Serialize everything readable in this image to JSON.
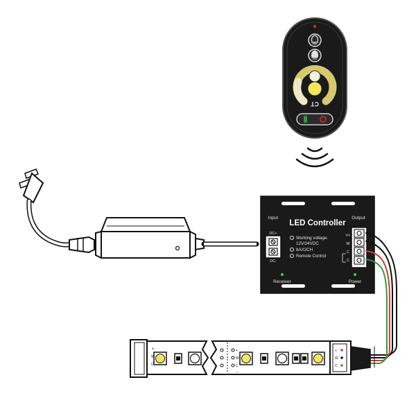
{
  "controller": {
    "title": "LED Controller",
    "input_label": "Input",
    "output_label": "Output",
    "dc_plus": "DC+",
    "dc_minus": "DC-",
    "spec_voltage": "Working voltage:",
    "spec_voltage_value": "12V/24VDC",
    "spec_current": "8AX2CH",
    "spec_remote": "Remote Control",
    "receiver_label": "Receiver",
    "power_label": "Power",
    "out_vplus": "V+",
    "out_w": "W",
    "out_c1": "C",
    "out_c2": "C"
  },
  "remote": {
    "label_ct": "CT"
  },
  "strip": {
    "left_plus": "+",
    "left_w": "W",
    "left_c": "C",
    "mid_plus": "+",
    "mid_w": "W",
    "mid_c": "C",
    "mid_minus": "−",
    "right_plus": "+",
    "right_w": "W",
    "right_c": "C"
  },
  "colors": {
    "body_dark": "#1a1a1a",
    "warm_white": "#e9e2b8",
    "led_yellow": "#f4e65a",
    "wire_red": "#d63a2a",
    "wire_green": "#2f9a3e",
    "power_green": "#4fc36b",
    "button_red": "#d8342b"
  }
}
